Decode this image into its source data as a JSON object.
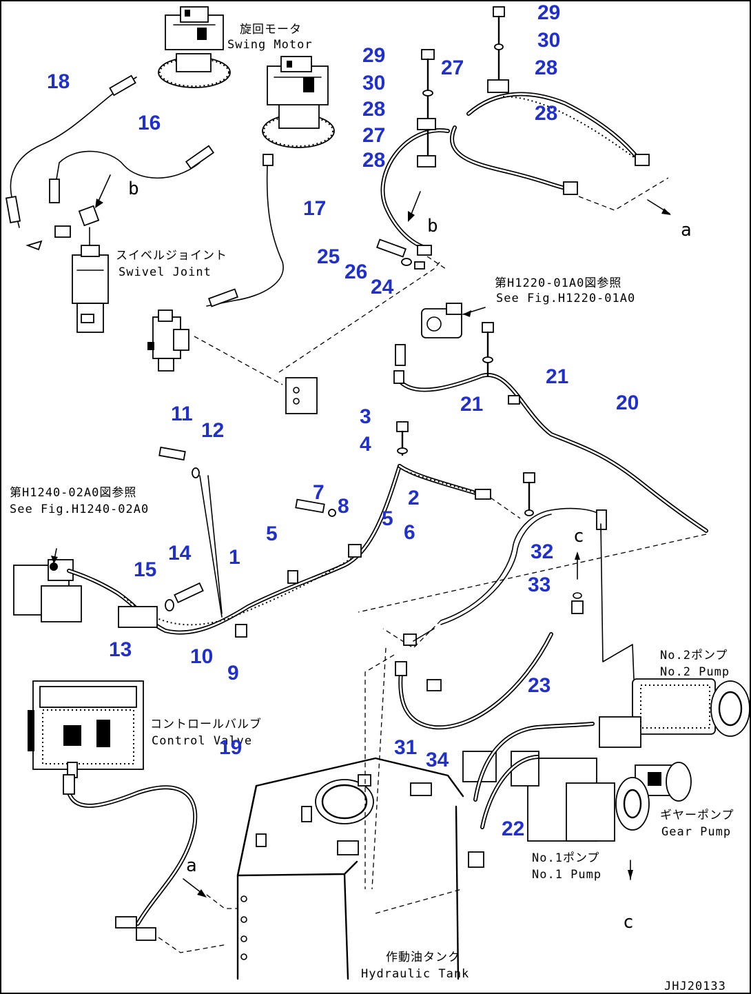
{
  "labels": {
    "swing_motor_jp": "旋回モータ",
    "swing_motor_en": "Swing Motor",
    "swivel_joint_jp": "スイベルジョイント",
    "swivel_joint_en": "Swivel Joint",
    "see_fig_1_jp": "第H1220-01A0図参照",
    "see_fig_1_en": "See Fig.H1220-01A0",
    "see_fig_2_jp": "第H1240-02A0図参照",
    "see_fig_2_en": "See Fig.H1240-02A0",
    "control_valve_jp": "コントロールバルブ",
    "control_valve_en": "Control Valve",
    "no2_pump_jp": "No.2ポンプ",
    "no2_pump_en": "No.2 Pump",
    "gear_pump_jp": "ギヤーポンプ",
    "gear_pump_en": "Gear Pump",
    "no1_pump_jp": "No.1ポンプ",
    "no1_pump_en": "No.1 Pump",
    "hydraulic_tank_jp": "作動油タンク",
    "hydraulic_tank_en": "Hydraulic Tank",
    "drawing_code": "JHJ20133"
  },
  "refs": {
    "a1": "a",
    "a2": "a",
    "b1": "b",
    "b2": "b",
    "c1": "c",
    "c2": "c"
  },
  "callouts": [
    "1",
    "2",
    "3",
    "4",
    "5",
    "5",
    "6",
    "7",
    "8",
    "9",
    "10",
    "11",
    "12",
    "13",
    "14",
    "15",
    "16",
    "17",
    "18",
    "19",
    "20",
    "21",
    "21",
    "22",
    "23",
    "24",
    "25",
    "26",
    "27",
    "27",
    "28",
    "28",
    "28",
    "28",
    "29",
    "29",
    "30",
    "30",
    "31",
    "32",
    "33",
    "34"
  ]
}
